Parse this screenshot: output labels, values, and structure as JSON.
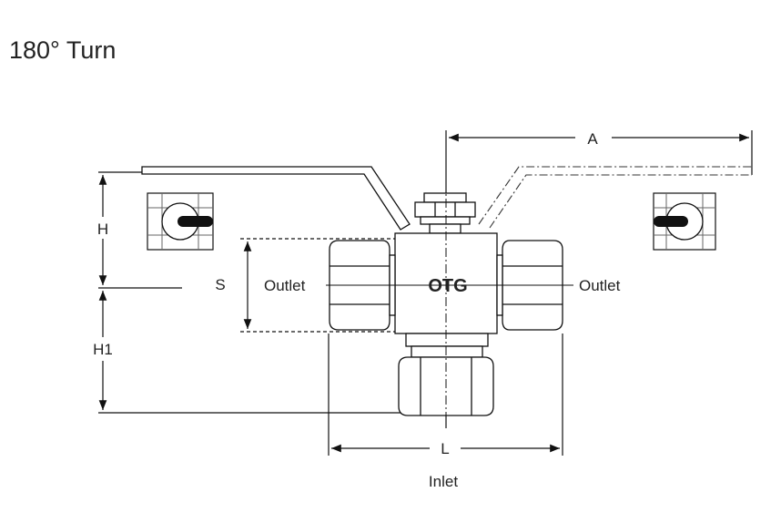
{
  "title": "180° Turn",
  "labels": {
    "dim_a": "A",
    "dim_h": "H",
    "dim_h1": "H1",
    "dim_s": "S",
    "dim_l": "L",
    "outlet_left": "Outlet",
    "outlet_right": "Outlet",
    "brand": "OTG",
    "inlet": "Inlet"
  }
}
